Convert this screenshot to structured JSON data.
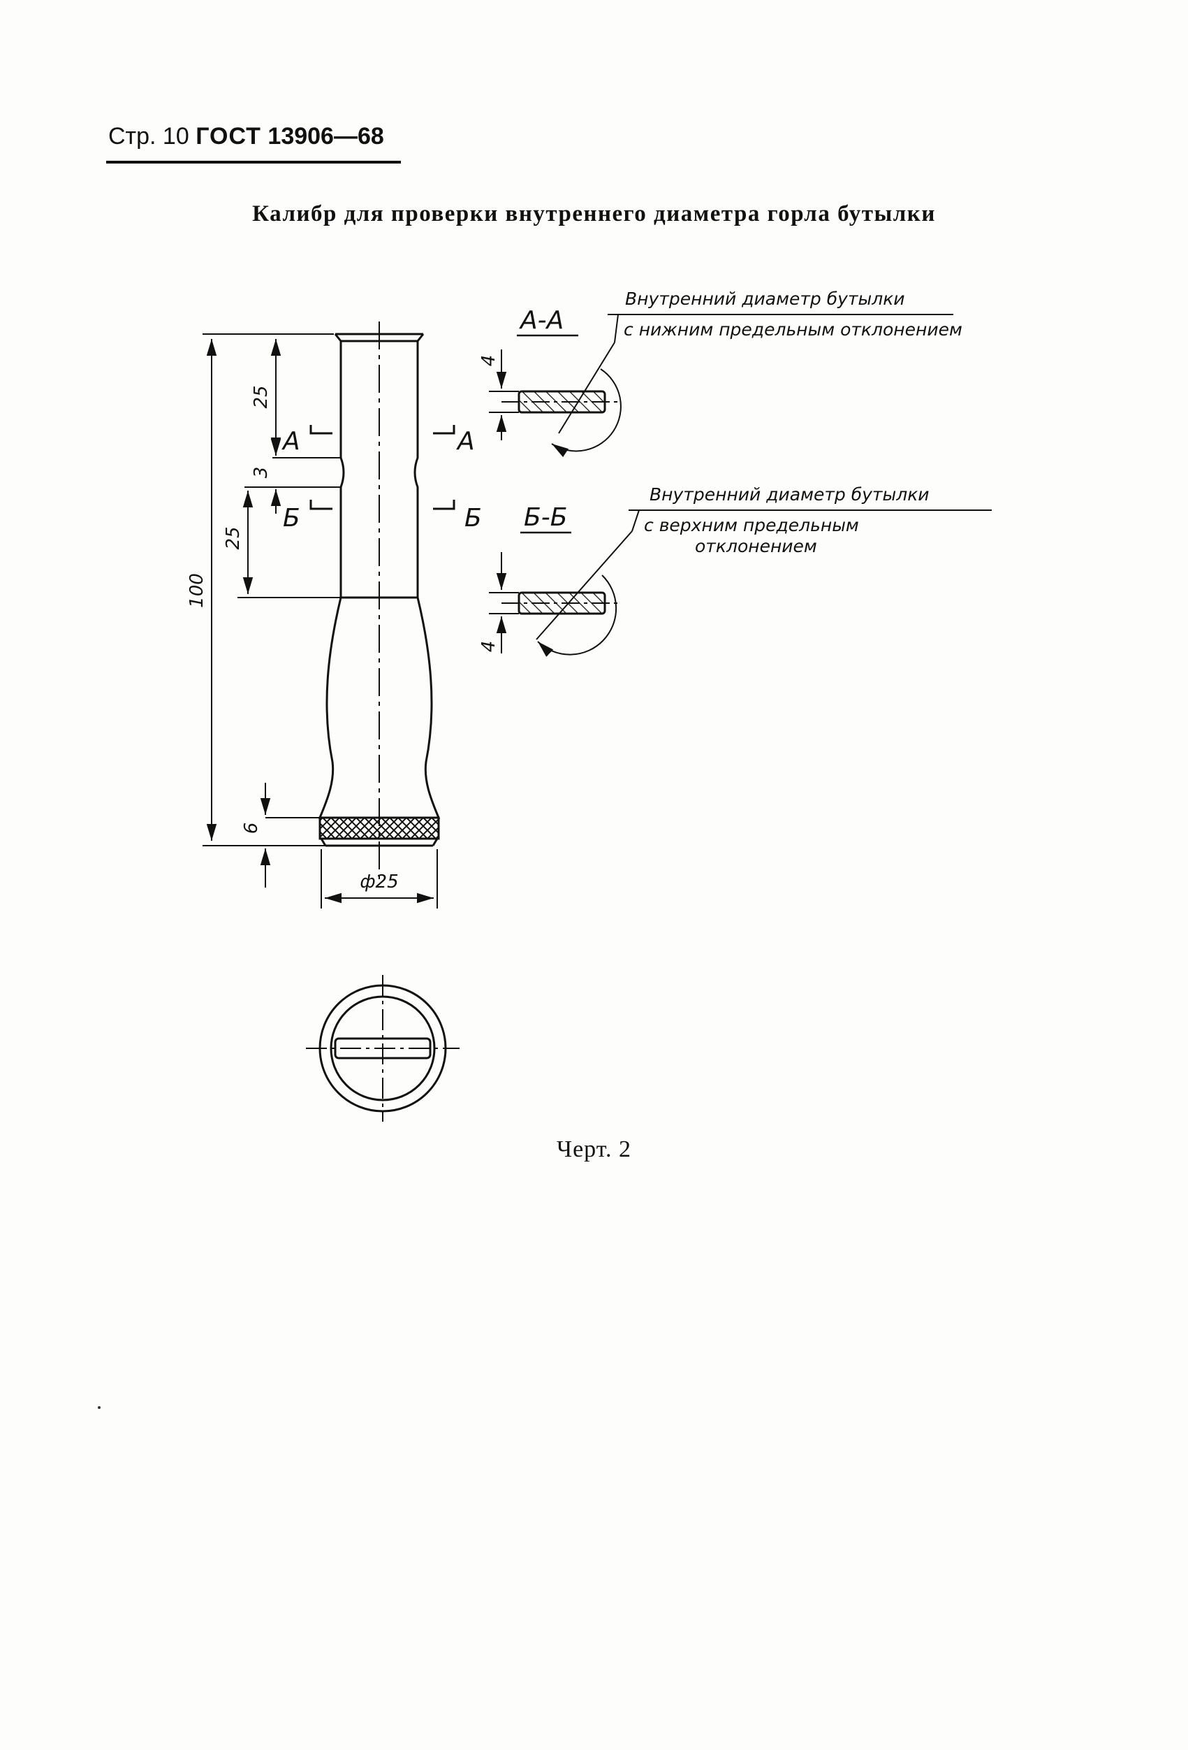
{
  "header": {
    "page_label": "Стр. 10",
    "standard": "ГОСТ",
    "number": "13906—68"
  },
  "title": "Калибр для проверки внутреннего диаметра горла бутылки",
  "drawing": {
    "dimensions": {
      "overall_length": "100",
      "top_section": "25",
      "groove": "3",
      "middle_section": "25",
      "knurl_height": "6",
      "diameter": "ф25",
      "section_thickness_a": "4",
      "section_thickness_b": "4"
    },
    "section_marks": {
      "a_left": "А",
      "a_right": "А",
      "b_left": "Б",
      "b_right": "Б"
    },
    "section_a": {
      "label": "А-А",
      "note_line_1": "Внутренний диаметр бутылки",
      "note_line_2": "с нижним предельным отклонением"
    },
    "section_b": {
      "label": "Б-Б",
      "note_line_1": "Внутренний диаметр бутылки",
      "note_line_2": "с верхним  предельным",
      "note_line_3": "отклонением"
    }
  },
  "caption": "Черт. 2"
}
